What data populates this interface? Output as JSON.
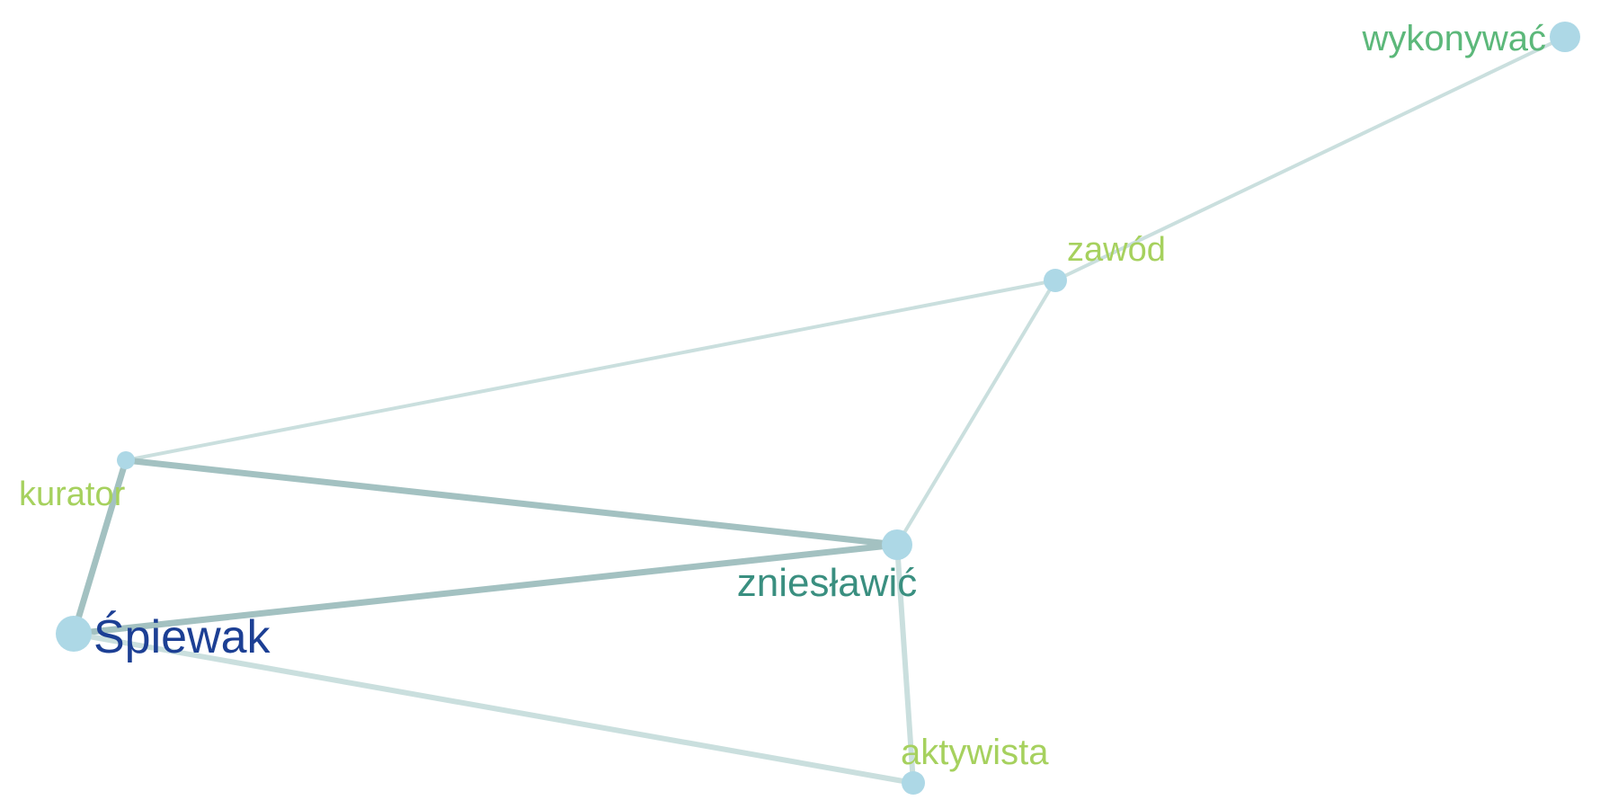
{
  "nodes": [
    {
      "id": "wykonywac",
      "label": "wykonywać",
      "label_color": "#5cb87a",
      "node_color": "#add8e6",
      "weight": 2
    },
    {
      "id": "zawod",
      "label": "zawód",
      "label_color": "#a6d15e",
      "node_color": "#add8e6",
      "weight": 1
    },
    {
      "id": "kurator",
      "label": "kurator",
      "label_color": "#a6d15e",
      "node_color": "#add8e6",
      "weight": 0
    },
    {
      "id": "zniesławic",
      "label": "zniesławić",
      "label_color": "#3a8f80",
      "node_color": "#add8e6",
      "weight": 2
    },
    {
      "id": "spiewak",
      "label": "Śpiewak",
      "label_color": "#1c3f94",
      "node_color": "#add8e6",
      "weight": 3
    },
    {
      "id": "aktywista",
      "label": "aktywista",
      "label_color": "#a6d15e",
      "node_color": "#add8e6",
      "weight": 1
    }
  ],
  "edges": [
    {
      "source": "wykonywac",
      "target": "zawod",
      "strength": 1,
      "color": "#cadfde"
    },
    {
      "source": "zawod",
      "target": "kurator",
      "strength": 1,
      "color": "#cadfde"
    },
    {
      "source": "zawod",
      "target": "zniesławic",
      "strength": 1,
      "color": "#cadfde"
    },
    {
      "source": "kurator",
      "target": "zniesławic",
      "strength": 3,
      "color": "#a3c1c1"
    },
    {
      "source": "kurator",
      "target": "spiewak",
      "strength": 3,
      "color": "#a3c1c1"
    },
    {
      "source": "zniesławic",
      "target": "spiewak",
      "strength": 3,
      "color": "#a3c1c1"
    },
    {
      "source": "zniesławic",
      "target": "aktywista",
      "strength": 2,
      "color": "#cadfde"
    },
    {
      "source": "spiewak",
      "target": "aktywista",
      "strength": 2,
      "color": "#cadfde"
    }
  ]
}
